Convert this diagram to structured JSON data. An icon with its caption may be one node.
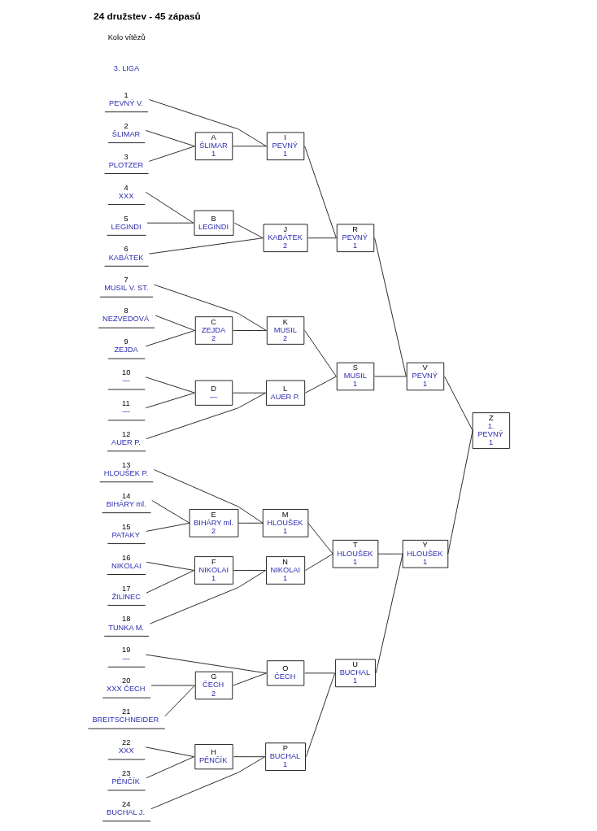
{
  "diagram": {
    "title": "24 družstev - 45 zápasů",
    "nodes": [
      {
        "text": [
          "1",
          "PEVNÝ V."
        ]
      },
      {
        "text": [
          "2",
          "ŠLIMAR"
        ]
      },
      {
        "text": [
          "3",
          "PLOTZER"
        ]
      },
      {
        "text": [
          "4",
          "XXX"
        ]
      },
      {
        "text": [
          "5",
          "LEGINDI"
        ]
      },
      {
        "text": [
          "6",
          "KABÁTEK"
        ]
      },
      {
        "text": [
          "7",
          "MUSIL V. ST."
        ]
      },
      {
        "text": [
          "8",
          "NEZVEDOVÁ"
        ]
      },
      {
        "text": [
          "9",
          "ZEJDA"
        ]
      },
      {
        "text": [
          "10",
          "—"
        ]
      },
      {
        "text": [
          "11",
          "—"
        ]
      },
      {
        "text": [
          "12",
          "AUER P."
        ]
      },
      {
        "text": [
          "13",
          "HLOUŠEK P."
        ]
      },
      {
        "text": [
          "14",
          "BIHÁRY ml."
        ]
      },
      {
        "text": [
          "15",
          "PATAKY"
        ]
      },
      {
        "text": [
          "16",
          "NIKOLAI"
        ]
      },
      {
        "text": [
          "17",
          "ŽILINEC"
        ]
      },
      {
        "text": [
          "18",
          "TUNKA M."
        ]
      },
      {
        "text": [
          "19",
          "—"
        ]
      },
      {
        "text": [
          "20",
          "XXX ČECH"
        ]
      },
      {
        "text": [
          "21",
          "BREITSCHNEIDER"
        ]
      },
      {
        "text": [
          "22",
          "XXX"
        ]
      },
      {
        "text": [
          "23",
          "PĚNČÍK"
        ]
      },
      {
        "text": [
          "24",
          "BUCHAL J."
        ]
      },
      {
        "text": [
          "A",
          "ŠLIMAR",
          "1"
        ]
      },
      {
        "text": [
          "B",
          "LEGINDI"
        ]
      },
      {
        "text": [
          "C",
          "ZEJDA",
          "2"
        ]
      },
      {
        "text": [
          "D",
          "—"
        ]
      },
      {
        "text": [
          "E",
          "BIHÁRY ml.",
          "2"
        ]
      },
      {
        "text": [
          "F",
          "NIKOLAI",
          "1"
        ]
      },
      {
        "text": [
          "G",
          "ČECH",
          "2"
        ]
      },
      {
        "text": [
          "H",
          "PĚNČÍK"
        ]
      },
      {
        "text": [
          "I",
          "PEVNÝ",
          "1"
        ]
      },
      {
        "text": [
          "J",
          "KABÁTEK",
          "2"
        ]
      },
      {
        "text": [
          "K",
          "MUSIL",
          "2"
        ]
      },
      {
        "text": [
          "L",
          "AUER P."
        ]
      },
      {
        "text": [
          "M",
          "HLOUŠEK",
          "1"
        ]
      },
      {
        "text": [
          "N",
          "NIKOLAI",
          "1"
        ]
      },
      {
        "text": [
          "O",
          "ČECH"
        ]
      },
      {
        "text": [
          "P",
          "BUCHAL",
          "1"
        ]
      },
      {
        "text": [
          "R",
          "PEVNÝ",
          "1"
        ]
      },
      {
        "text": [
          "S",
          "MUSIL",
          "1"
        ]
      },
      {
        "text": [
          "T",
          "HLOUŠEK",
          "1"
        ]
      },
      {
        "text": [
          "U",
          "BUCHAL",
          "1"
        ]
      },
      {
        "text": [
          "V",
          "PEVNÝ",
          "1"
        ]
      },
      {
        "text": [
          "Y",
          "HLOUŠEK",
          "1"
        ]
      },
      {
        "text": [
          "Z",
          "1.",
          "PEVNÝ",
          "1"
        ]
      }
    ],
    "edges": [
      {
        "from": 1,
        "to": 24,
        "arrow": "none"
      },
      {
        "from": 2,
        "to": 24,
        "arrow": "none"
      },
      {
        "from": 3,
        "to": 25,
        "arrow": "none"
      },
      {
        "from": 4,
        "to": 25,
        "arrow": "none"
      },
      {
        "from": 7,
        "to": 26,
        "arrow": "none"
      },
      {
        "from": 8,
        "to": 26,
        "arrow": "none"
      },
      {
        "from": 9,
        "to": 27,
        "arrow": "none"
      },
      {
        "from": 10,
        "to": 27,
        "arrow": "none"
      },
      {
        "from": 13,
        "to": 28,
        "arrow": "none"
      },
      {
        "from": 14,
        "to": 28,
        "arrow": "none"
      },
      {
        "from": 15,
        "to": 29,
        "arrow": "none"
      },
      {
        "from": 16,
        "to": 29,
        "arrow": "none"
      },
      {
        "from": 19,
        "to": 30,
        "arrow": "none"
      },
      {
        "from": 20,
        "to": 30,
        "arrow": "none"
      },
      {
        "from": 21,
        "to": 31,
        "arrow": "none"
      },
      {
        "from": 22,
        "to": 31,
        "arrow": "none"
      },
      {
        "from": 0,
        "to": 32,
        "arrow": "none"
      },
      {
        "from": 24,
        "to": 32,
        "arrow": "none"
      },
      {
        "from": 25,
        "to": 33,
        "arrow": "none"
      },
      {
        "from": 5,
        "to": 33,
        "arrow": "none"
      },
      {
        "from": 6,
        "to": 34,
        "arrow": "none"
      },
      {
        "from": 26,
        "to": 34,
        "arrow": "none"
      },
      {
        "from": 27,
        "to": 35,
        "arrow": "none"
      },
      {
        "from": 11,
        "to": 35,
        "arrow": "none"
      },
      {
        "from": 12,
        "to": 36,
        "arrow": "none"
      },
      {
        "from": 28,
        "to": 36,
        "arrow": "none"
      },
      {
        "from": 29,
        "to": 37,
        "arrow": "none"
      },
      {
        "from": 17,
        "to": 37,
        "arrow": "none"
      },
      {
        "from": 18,
        "to": 38,
        "arrow": "none"
      },
      {
        "from": 30,
        "to": 38,
        "arrow": "none"
      },
      {
        "from": 31,
        "to": 39,
        "arrow": "none"
      },
      {
        "from": 23,
        "to": 39,
        "arrow": "none"
      },
      {
        "from": 32,
        "to": 40,
        "arrow": "none"
      },
      {
        "from": 33,
        "to": 40,
        "arrow": "none"
      },
      {
        "from": 34,
        "to": 41,
        "arrow": "none"
      },
      {
        "from": 35,
        "to": 41,
        "arrow": "none"
      },
      {
        "from": 36,
        "to": 42,
        "arrow": "none"
      },
      {
        "from": 37,
        "to": 42,
        "arrow": "none"
      },
      {
        "from": 38,
        "to": 43,
        "arrow": "none"
      },
      {
        "from": 39,
        "to": 43,
        "arrow": "none"
      },
      {
        "from": 40,
        "to": 44,
        "arrow": "none"
      },
      {
        "from": 41,
        "to": 44,
        "arrow": "none"
      },
      {
        "from": 42,
        "to": 45,
        "arrow": "none"
      },
      {
        "from": 43,
        "to": 45,
        "arrow": "none"
      },
      {
        "from": 44,
        "to": 46,
        "arrow": "none"
      },
      {
        "from": 45,
        "to": 46,
        "arrow": "none"
      }
    ],
    "labels": [
      "3. LIGA",
      "Kolo vítězů"
    ]
  }
}
